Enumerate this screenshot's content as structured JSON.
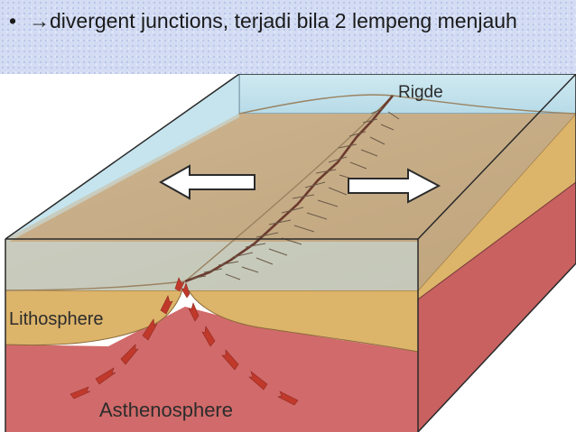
{
  "slide": {
    "bullet": "•",
    "text": "→divergent junctions, terjadi bila 2 lempeng menjauh"
  },
  "diagram": {
    "labels": {
      "ridge": "Rigde",
      "lithosphere": "Lithosphere",
      "asthenosphere": "Asthenosphere"
    },
    "colors": {
      "ocean": "#c5e4ee",
      "plate_top": "#c9b08a",
      "lithosphere": "#dcb46a",
      "asthenosphere": "#d16a6a",
      "arrow_outline": "#2b2b2b",
      "magma_arrow": "#c0392b"
    }
  }
}
